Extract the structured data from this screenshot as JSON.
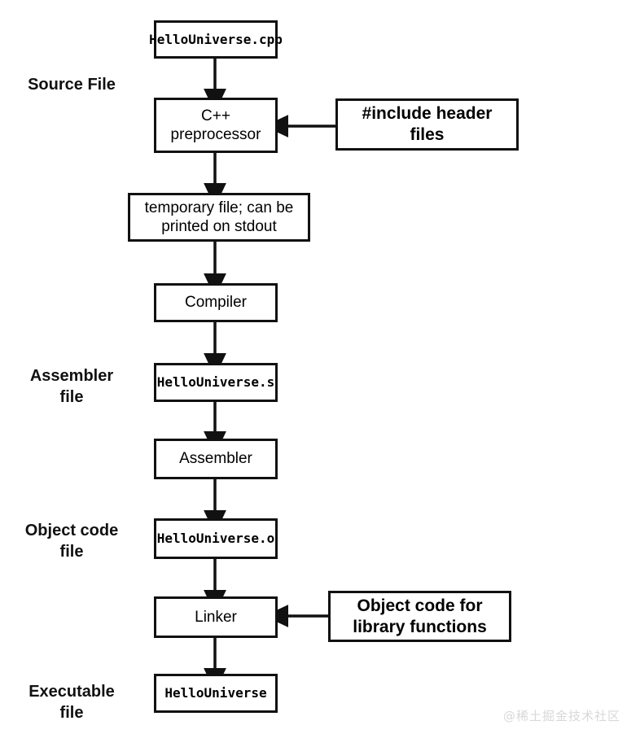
{
  "diagram": {
    "title": "C++ compilation pipeline",
    "colors": {
      "stroke": "#111111",
      "fill": "#ffffff",
      "text": "#000000",
      "watermark": "#d8d8d8"
    },
    "stage_labels": [
      {
        "id": "source-file",
        "text": "Source File"
      },
      {
        "id": "assembler-file",
        "text": "Assembler\nfile"
      },
      {
        "id": "object-code-file",
        "text": "Object code\nfile"
      },
      {
        "id": "executable-file",
        "text": "Executable\nfile"
      }
    ],
    "nodes": [
      {
        "id": "hellouniverse-cpp",
        "text": "HelloUniverse.cpp",
        "style": "mono"
      },
      {
        "id": "cpp-preprocessor",
        "text": "C++\npreprocessor",
        "style": "sans"
      },
      {
        "id": "include-header-files",
        "text": "#include header\nfiles",
        "style": "sans-bold"
      },
      {
        "id": "temporary-file",
        "text": "temporary file; can be\nprinted on stdout",
        "style": "sans"
      },
      {
        "id": "compiler",
        "text": "Compiler",
        "style": "sans"
      },
      {
        "id": "hellouniverse-s",
        "text": "HelloUniverse.s",
        "style": "mono"
      },
      {
        "id": "assembler",
        "text": "Assembler",
        "style": "sans"
      },
      {
        "id": "hellouniverse-o",
        "text": "HelloUniverse.o",
        "style": "mono"
      },
      {
        "id": "linker",
        "text": "Linker",
        "style": "sans"
      },
      {
        "id": "object-code-library",
        "text": "Object code for\nlibrary functions",
        "style": "sans-bold"
      },
      {
        "id": "hellouniverse-exe",
        "text": "HelloUniverse",
        "style": "mono"
      }
    ],
    "edges": [
      {
        "from": "hellouniverse-cpp",
        "to": "cpp-preprocessor",
        "direction": "down"
      },
      {
        "from": "include-header-files",
        "to": "cpp-preprocessor",
        "direction": "left"
      },
      {
        "from": "cpp-preprocessor",
        "to": "temporary-file",
        "direction": "down"
      },
      {
        "from": "temporary-file",
        "to": "compiler",
        "direction": "down"
      },
      {
        "from": "compiler",
        "to": "hellouniverse-s",
        "direction": "down"
      },
      {
        "from": "hellouniverse-s",
        "to": "assembler",
        "direction": "down"
      },
      {
        "from": "assembler",
        "to": "hellouniverse-o",
        "direction": "down"
      },
      {
        "from": "hellouniverse-o",
        "to": "linker",
        "direction": "down"
      },
      {
        "from": "object-code-library",
        "to": "linker",
        "direction": "left"
      },
      {
        "from": "linker",
        "to": "hellouniverse-exe",
        "direction": "down"
      }
    ]
  },
  "watermark": {
    "text": "@稀土掘金技术社区"
  }
}
